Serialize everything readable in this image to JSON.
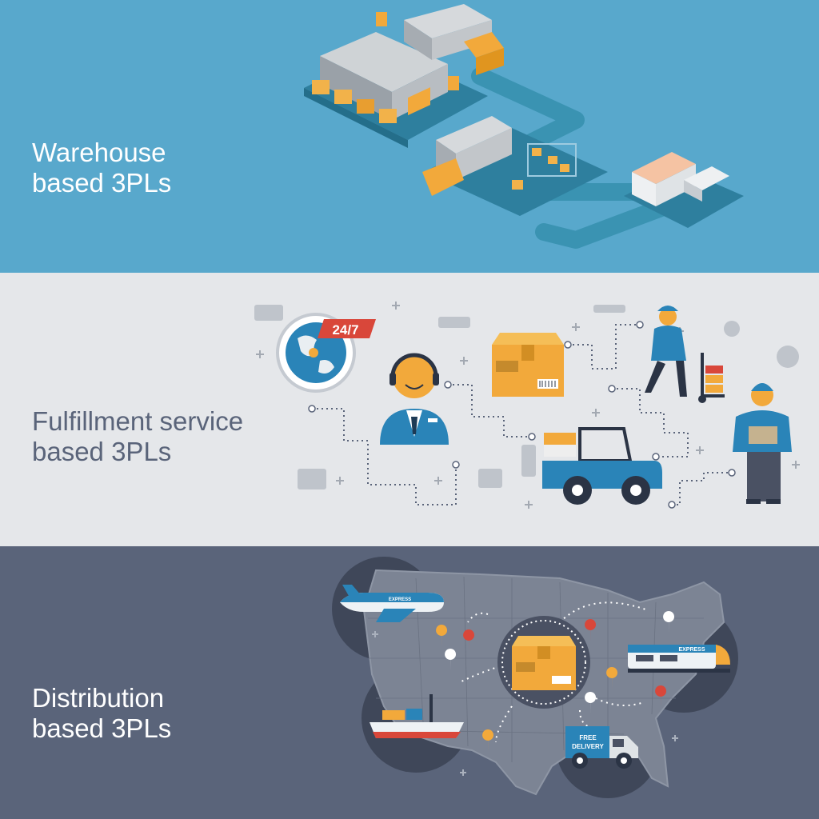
{
  "colors": {
    "band1_bg": "#58a8cc",
    "band2_bg": "#e5e7ea",
    "band3_bg": "#5a647a",
    "title1": "#ffffff",
    "title2": "#5a647a",
    "title3": "#ffffff",
    "accent_orange": "#f2a93b",
    "accent_blue": "#2a84b8",
    "road": "#3a93b2",
    "map": "#7c8494"
  },
  "sections": [
    {
      "title_line1": "Warehouse",
      "title_line2": "based 3PLs",
      "icons": [
        "warehouse-icon",
        "truck-icon",
        "forklift-icon",
        "pallet-icon",
        "store-icon",
        "van-icon"
      ]
    },
    {
      "title_line1": "Fulfillment service",
      "title_line2": "based 3PLs",
      "badge": "24/7",
      "icons": [
        "globe-icon",
        "operator-icon",
        "box-icon",
        "courier-icon",
        "cart-icon",
        "delivery-man-icon"
      ]
    },
    {
      "title_line1": "Distribution",
      "title_line2": "based 3PLs",
      "plane_label": "EXPRESS",
      "train_label": "EXPRESS",
      "truck_label_line1": "FREE",
      "truck_label_line2": "DELIVERY",
      "icons": [
        "map-icon",
        "plane-icon",
        "train-icon",
        "ship-icon",
        "truck-icon",
        "box-icon",
        "pin-icon"
      ]
    }
  ]
}
